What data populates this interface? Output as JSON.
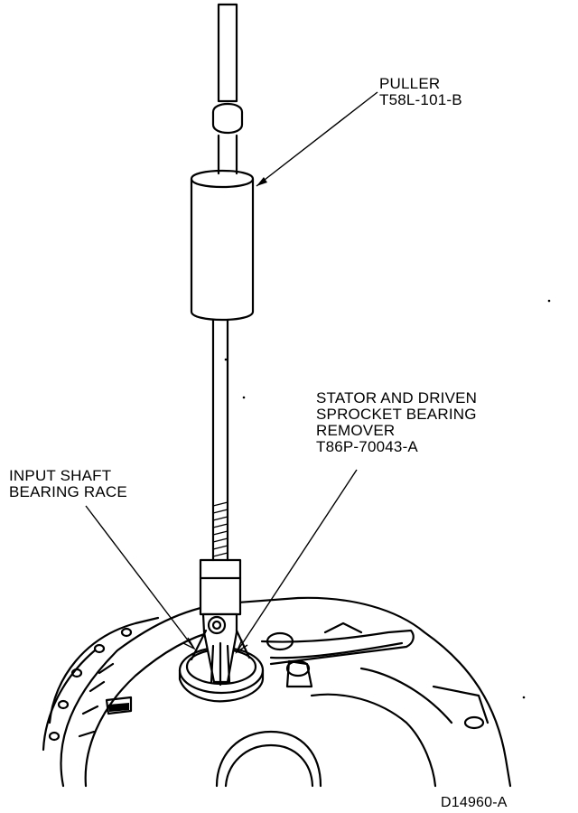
{
  "labels": {
    "puller": [
      "PULLER",
      "T58L-101-B"
    ],
    "stator_remover": [
      "STATOR AND DRIVEN",
      "SPROCKET BEARING",
      "REMOVER",
      "T86P-70043-A"
    ],
    "input_race": [
      "INPUT SHAFT",
      "BEARING RACE"
    ],
    "figure_id": "D14960-A"
  }
}
